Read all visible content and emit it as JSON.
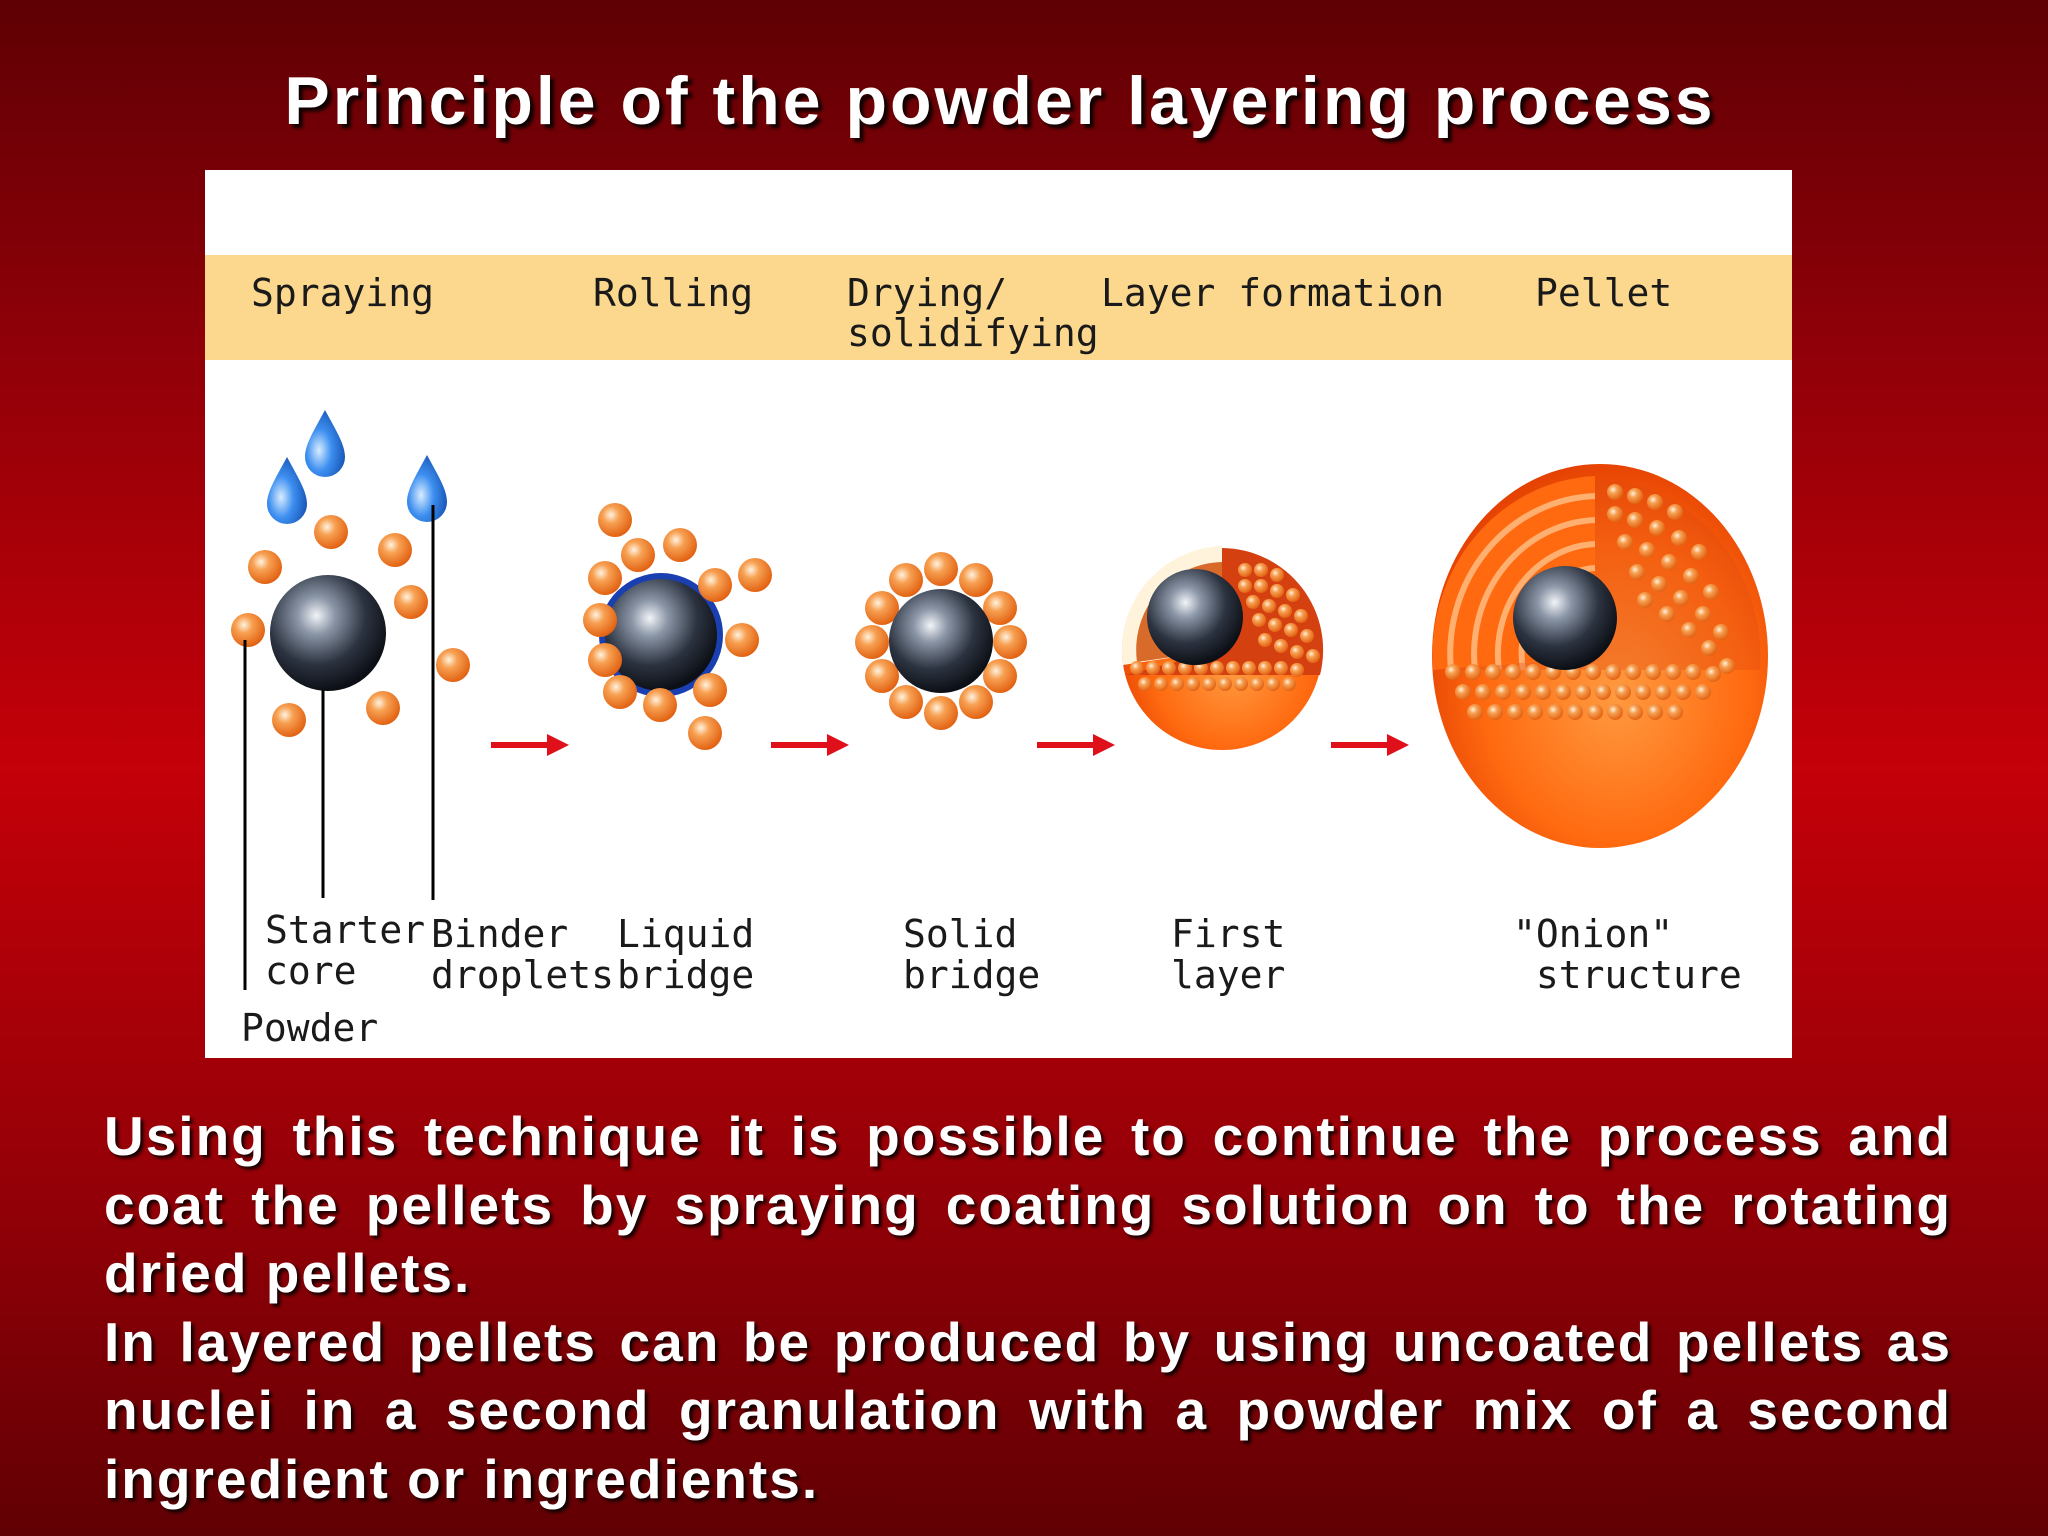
{
  "title": "Principle of the powder layering process",
  "stages": [
    "Spraying",
    "Rolling",
    "Drying/\nsolidifying",
    "Layer formation",
    "Pellet"
  ],
  "labels": {
    "starter_core": "Starter\ncore",
    "binder_droplets": "Binder\ndroplets",
    "powder": "Powder",
    "liquid_bridge": "Liquid\nbridge",
    "solid_bridge": "Solid\nbridge",
    "first_layer": "First\nlayer",
    "onion_structure": "\"Onion\"\n structure"
  },
  "paragraphs": [
    "Using this technique it is possible to continue the process and coat the pellets by spraying coating solution on to the rotating dried pellets.",
    "In layered pellets can be produced by using uncoated pellets as nuclei in a second granulation with a powder mix of a second ingredient or ingredients."
  ],
  "colors": {
    "background": "#c40009",
    "band": "#fbd88e",
    "powder_orange": "#f58a2e",
    "arrow_red": "#e0101a",
    "droplet_blue": "#2a7de0"
  }
}
